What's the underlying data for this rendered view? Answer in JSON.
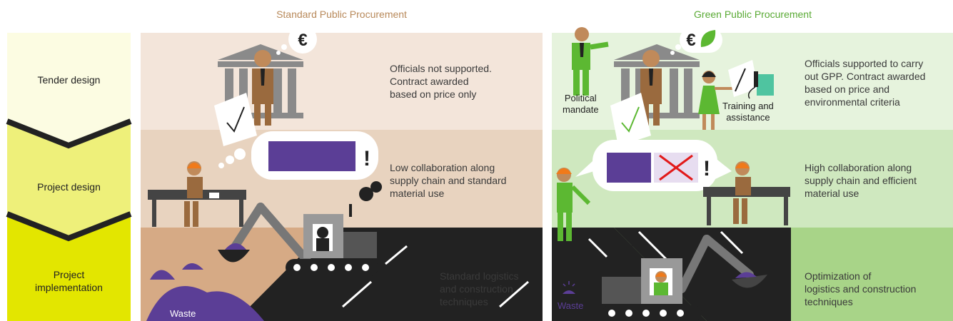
{
  "columns": {
    "standard": {
      "title": "Standard Public Procurement",
      "title_color": "#b8895a",
      "rows": [
        {
          "text": [
            "Officials not supported.",
            "Contract awarded",
            "based on price only"
          ]
        },
        {
          "text": [
            "Low collaboration along",
            "supply chain and standard",
            "material use"
          ]
        },
        {
          "text": [
            "Standard logistics",
            "and construction",
            "techniques"
          ]
        }
      ],
      "waste_label": "Waste",
      "currency_symbol": "€",
      "alert_symbol": "!"
    },
    "green": {
      "title": "Green Public Procurement",
      "title_color": "#5aaa35",
      "rows": [
        {
          "text": [
            "Officials supported to carry",
            "out GPP. Contract awarded",
            "based on price and",
            "environmental criteria"
          ]
        },
        {
          "text": [
            "High collaboration along",
            "supply chain and efficient",
            "material use"
          ]
        },
        {
          "text": [
            "Optimization of",
            "logistics and construction",
            "techniques"
          ]
        }
      ],
      "political_mandate": [
        "Political",
        "mandate"
      ],
      "training": [
        "Training and",
        "assistance"
      ],
      "waste_label": "Waste",
      "currency_symbol": "€",
      "alert_symbol": "!"
    }
  },
  "stages": [
    {
      "label": [
        "Tender design"
      ]
    },
    {
      "label": [
        "Project design"
      ]
    },
    {
      "label": [
        "Project",
        "implementation"
      ]
    }
  ],
  "colors": {
    "stage1": "#fcfce2",
    "stage2": "#eef07a",
    "stage3": "#e3e600",
    "std_row1": "#f3e5da",
    "std_row2": "#e8d3bf",
    "std_row3": "#d6aa85",
    "green_row1": "#e6f3dd",
    "green_row2": "#cfe8bf",
    "green_row3": "#a8d488",
    "accent_purple": "#5b3e96",
    "green_figure": "#5cb832",
    "brown_figure": "#9a6a3e"
  }
}
